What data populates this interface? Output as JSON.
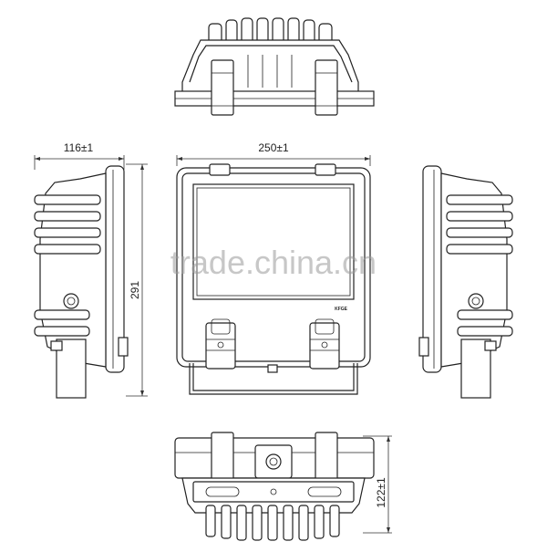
{
  "dimensions": {
    "depth_label": "116±1",
    "width_label": "250±1",
    "height_label": "291",
    "base_label": "122±1"
  },
  "plate_text": "KFGE",
  "watermark": "trade.china.cn",
  "colors": {
    "line": "#222222",
    "background": "#ffffff",
    "watermark": "#9a9a9a"
  }
}
